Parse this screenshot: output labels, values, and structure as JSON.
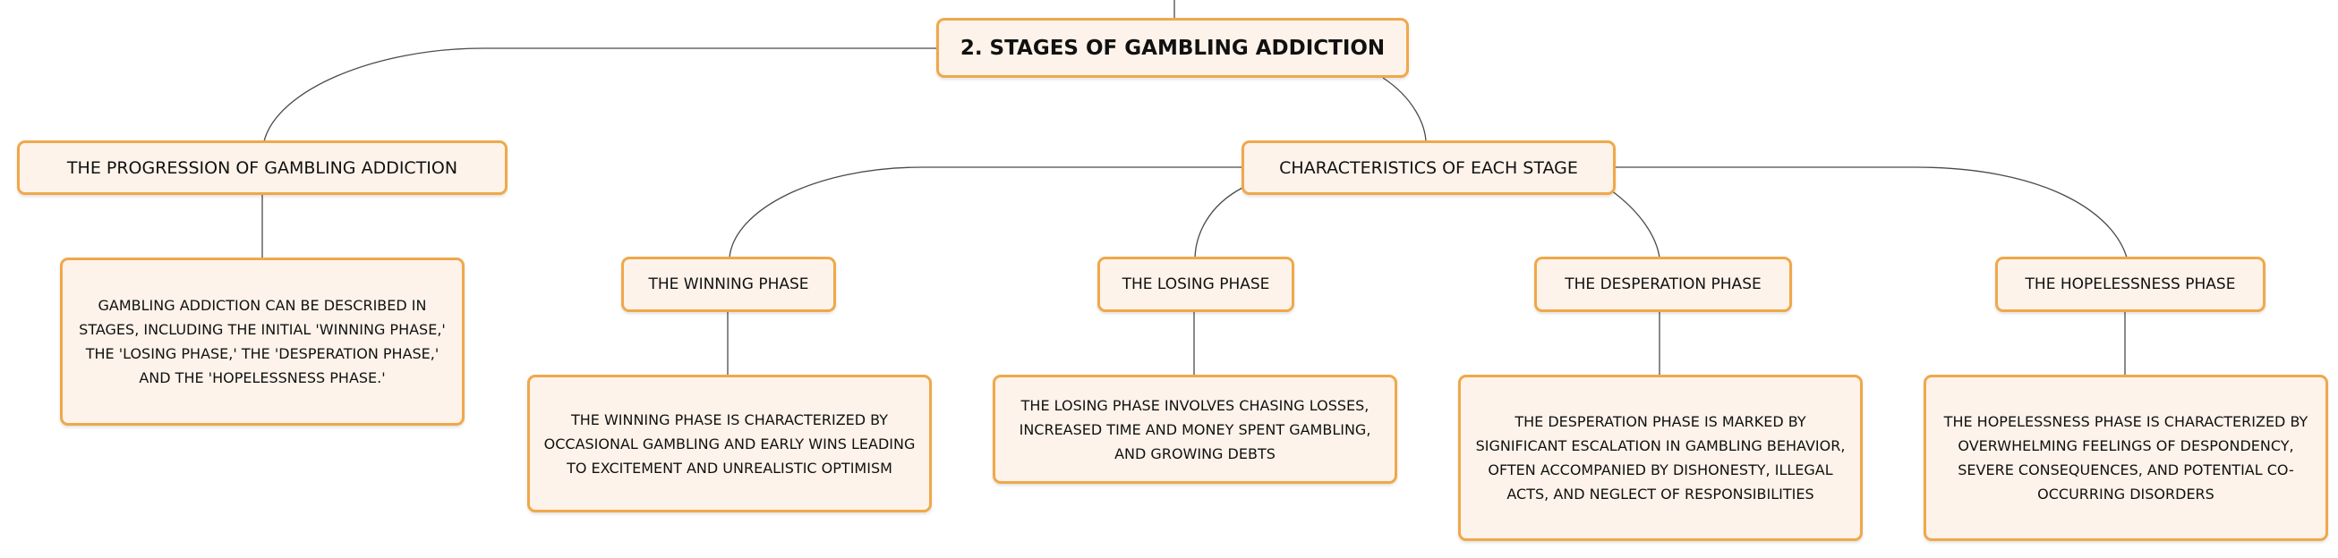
{
  "root": {
    "title": "2. STAGES OF GAMBLING ADDICTION"
  },
  "progression": {
    "title": "THE PROGRESSION OF GAMBLING ADDICTION",
    "detail": "GAMBLING ADDICTION CAN BE DESCRIBED IN STAGES, INCLUDING THE INITIAL 'WINNING PHASE,' THE 'LOSING PHASE,' THE 'DESPERATION PHASE,' AND THE 'HOPELESSNESS PHASE.'"
  },
  "characteristics": {
    "title": "CHARACTERISTICS OF EACH STAGE",
    "stages": [
      {
        "title": "THE WINNING PHASE",
        "detail": "THE WINNING PHASE IS CHARACTERIZED BY OCCASIONAL GAMBLING AND EARLY WINS LEADING TO EXCITEMENT AND UNREALISTIC OPTIMISM"
      },
      {
        "title": "THE LOSING PHASE",
        "detail": "THE LOSING PHASE INVOLVES CHASING LOSSES, INCREASED TIME AND MONEY SPENT GAMBLING, AND GROWING DEBTS"
      },
      {
        "title": "THE DESPERATION PHASE",
        "detail": "THE DESPERATION PHASE IS MARKED BY SIGNIFICANT ESCALATION IN GAMBLING BEHAVIOR, OFTEN ACCOMPANIED BY DISHONESTY, ILLEGAL ACTS, AND NEGLECT OF RESPONSIBILITIES"
      },
      {
        "title": "THE HOPELESSNESS PHASE",
        "detail": "THE HOPELESSNESS PHASE IS CHARACTERIZED BY OVERWHELMING FEELINGS OF DESPONDENCY, SEVERE CONSEQUENCES, AND POTENTIAL CO-OCCURRING DISORDERS"
      }
    ]
  },
  "colors": {
    "node_border": "#f0a84a",
    "node_fill": "#fdf3ea",
    "connector": "#4a4a4a"
  }
}
